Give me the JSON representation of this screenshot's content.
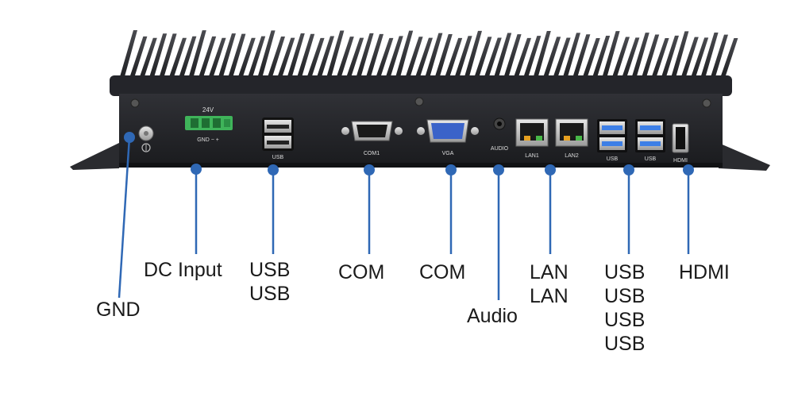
{
  "colors": {
    "chassis": "#2b2c30",
    "chassis_dark": "#141518",
    "fin": "#3a3b40",
    "callout": "#2f68b5",
    "port_usb3": "#3d7fe6",
    "connector_green": "#3fb45a",
    "vga_blue": "#3b63c9"
  },
  "panel_print": {
    "dc_voltage": "24V",
    "dc_pins": "GND − +",
    "usb_front": "USB",
    "com1": "COM1",
    "vga": "VGA",
    "audio": "AUDIO",
    "lan1": "LAN1",
    "lan2": "LAN2",
    "usb3_a": "USB",
    "usb3_b": "USB",
    "hdmi": "HDMI"
  },
  "callouts": [
    {
      "id": "gnd",
      "lines": [
        "GND"
      ]
    },
    {
      "id": "dc-input",
      "lines": [
        "DC Input"
      ]
    },
    {
      "id": "usb-front",
      "lines": [
        "USB",
        "USB"
      ]
    },
    {
      "id": "com",
      "lines": [
        "COM"
      ]
    },
    {
      "id": "vga",
      "lines": [
        "COM"
      ]
    },
    {
      "id": "audio",
      "lines": [
        "Audio"
      ]
    },
    {
      "id": "lan",
      "lines": [
        "LAN",
        "LAN"
      ]
    },
    {
      "id": "usb3",
      "lines": [
        "USB",
        "USB",
        "USB",
        "USB"
      ]
    },
    {
      "id": "hdmi",
      "lines": [
        "HDMI"
      ]
    }
  ]
}
